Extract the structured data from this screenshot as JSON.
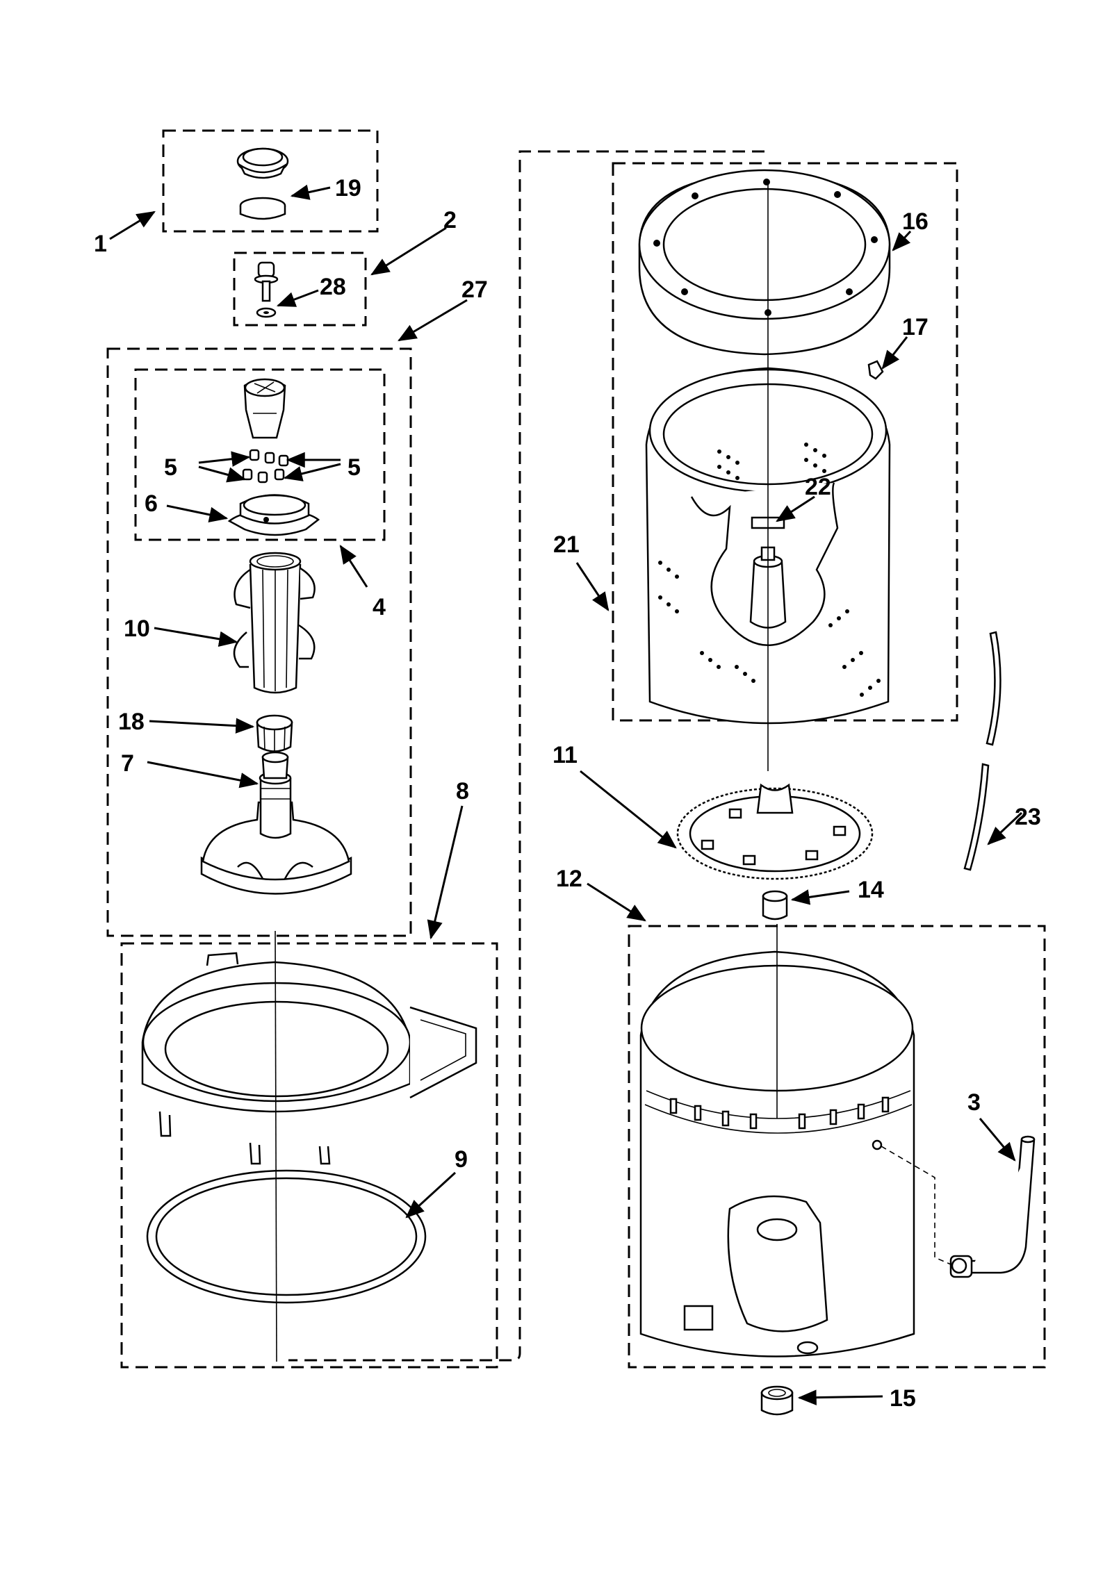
{
  "part_numbers": [
    "1",
    "2",
    "3",
    "4",
    "5",
    "5",
    "6",
    "7",
    "8",
    "9",
    "10",
    "11",
    "12",
    "14",
    "15",
    "16",
    "17",
    "18",
    "19",
    "21",
    "22",
    "23",
    "27",
    "28"
  ],
  "colors": {
    "ink": "#000000",
    "paper": "#ffffff"
  }
}
